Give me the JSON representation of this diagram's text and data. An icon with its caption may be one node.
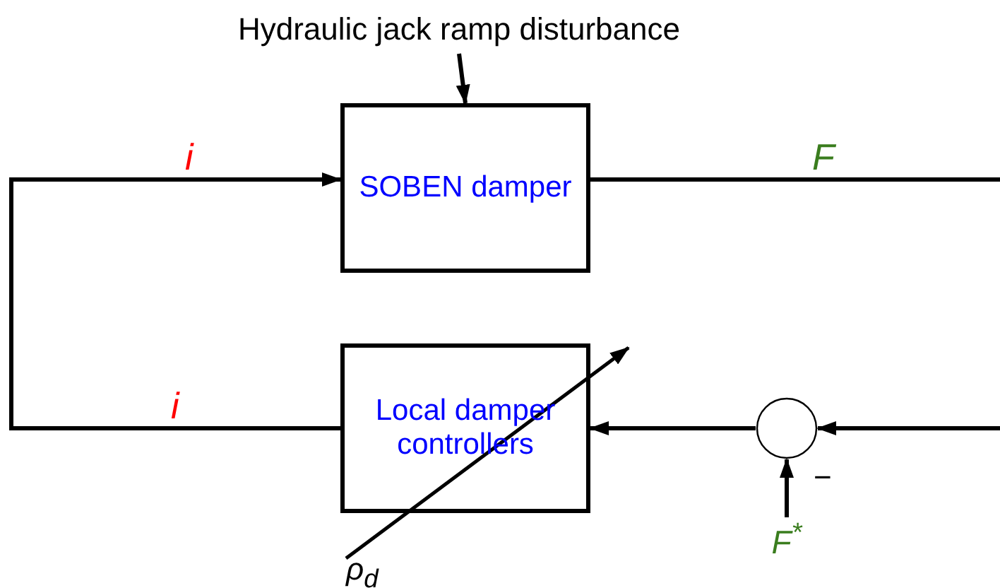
{
  "diagram": {
    "nodes": [
      {
        "text": [
          "Hydraulic jack ramp disturbance"
        ]
      },
      {
        "text": [
          "SOBEN damper"
        ]
      },
      {
        "text": [
          "Local damper controllers"
        ]
      },
      {
        "text": [],
        "shape": "circle"
      },
      {
        "text": [
          "F$^{*}$"
        ]
      }
    ],
    "edges": [
      {
        "from": 0,
        "to": 1,
        "arrow": "to"
      },
      {
        "from": 2,
        "to": 1,
        "arrow": "to",
        "label": "i"
      },
      {
        "from": 1,
        "to": null,
        "arrow": "none",
        "label": "F"
      },
      {
        "from": null,
        "to": 3,
        "arrow": "to"
      },
      {
        "from": 3,
        "to": 2,
        "arrow": "to"
      },
      {
        "from": 4,
        "to": 3,
        "arrow": "to"
      }
    ],
    "labels": [
      "i",
      "−",
      "ρ$_{d}$"
    ]
  }
}
